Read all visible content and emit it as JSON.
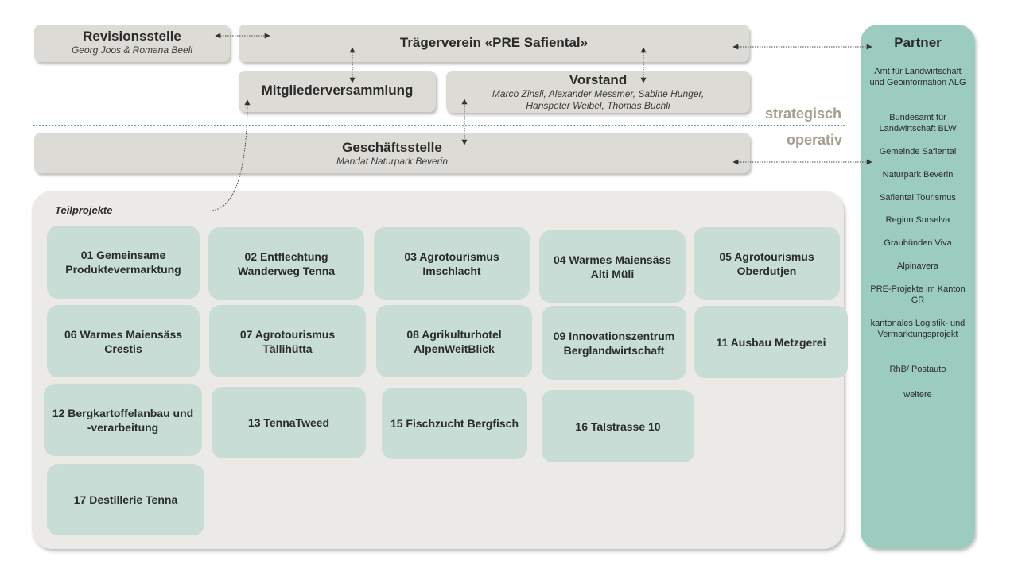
{
  "revisionsstelle": {
    "title": "Revisionsstelle",
    "subtitle": "Georg Joos & Romana Beeli"
  },
  "traegerverein": {
    "title": "Trägerverein «PRE Safiental»"
  },
  "mitgliederversammlung": {
    "title": "Mitgliederversammlung"
  },
  "vorstand": {
    "title": "Vorstand",
    "members_line1": "Marco Zinsli, Alexander Messmer, Sabine Hunger,",
    "members_line2": "Hanspeter Weibel, Thomas Buchli"
  },
  "levels": {
    "strategisch": "strategisch",
    "operativ": "operativ"
  },
  "geschaeftsstelle": {
    "title": "Geschäftsstelle",
    "subtitle": "Mandat Naturpark Beverin"
  },
  "teilprojekte": {
    "title": "Teilprojekte",
    "items": [
      "01 Gemeinsame Produktevermarktung",
      "02 Entflechtung Wanderweg Tenna",
      "03 Agrotourismus Imschlacht",
      "04 Warmes Maiensäss Alti Müli",
      "05 Agrotourismus Oberdutjen",
      "06 Warmes Maiensäss Crestis",
      "07 Agrotourismus Tällihütta",
      "08 Agrikulturhotel AlpenWeitBlick",
      "09 Innovationszentrum Berglandwirtschaft",
      "11 Ausbau Metzgerei",
      "12 Bergkartoffelanbau und -verarbeitung",
      "13 TennaTweed",
      "15 Fischzucht Bergfisch",
      "16 Talstrasse 10",
      "17 Destillerie Tenna"
    ]
  },
  "partner": {
    "title": "Partner",
    "items": [
      "Amt für Landwirtschaft und Geoinformation ALG",
      "Bundesamt für Landwirtschaft BLW",
      "Gemeinde Safiental",
      "Naturpark Beverin",
      "Safiental Tourismus",
      "Regiun Surselva",
      "Graubünden Viva",
      "Alpinavera",
      "PRE-Projekte im Kanton GR",
      "kantonales Logistik- und Vermarktungsprojekt",
      "RhB/ Postauto",
      "weitere"
    ]
  },
  "colors": {
    "box": "#dcdbd5",
    "project": "#c8ddd6",
    "partner": "#9ccbbf",
    "level_text": "#a39e8d",
    "panel": "#ebeae6"
  }
}
